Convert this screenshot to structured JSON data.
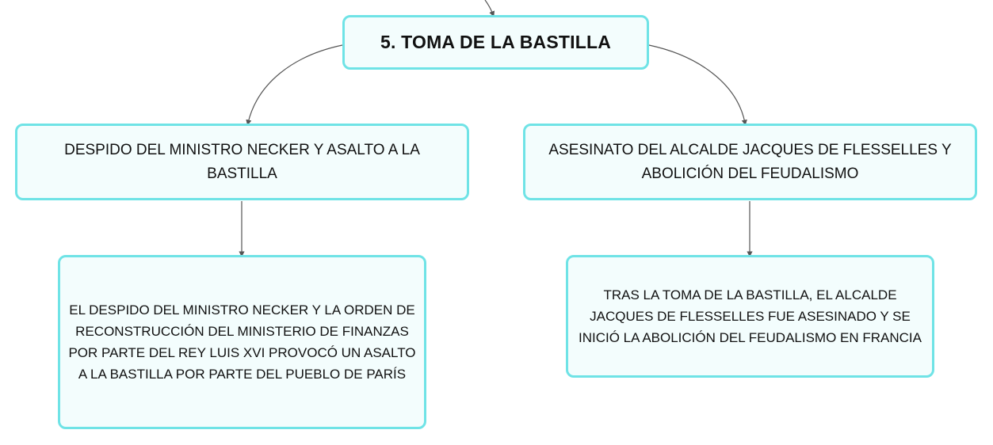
{
  "diagram": {
    "root": {
      "label": "5. TOMA DE LA BASTILLA"
    },
    "left": {
      "label": "DESPIDO DEL MINISTRO NECKER Y ASALTO A LA BASTILLA",
      "detail": "EL DESPIDO DEL MINISTRO NECKER Y LA ORDEN DE RECONSTRUCCIÓN DEL MINISTERIO DE FINANZAS POR PARTE DEL REY LUIS XVI PROVOCÓ UN ASALTO A LA BASTILLA POR PARTE DEL PUEBLO DE PARÍS"
    },
    "right": {
      "label": "ASESINATO DEL ALCALDE JACQUES DE FLESSELLES Y ABOLICIÓN DEL FEUDALISMO",
      "detail": "TRAS LA TOMA DE LA BASTILLA, EL ALCALDE JACQUES DE FLESSELLES FUE ASESINADO Y SE INICIÓ LA ABOLICIÓN DEL FEUDALISMO EN FRANCIA"
    },
    "colors": {
      "node_border": "#6fe3e6",
      "node_fill": "#f3fdfd",
      "connector": "#555555",
      "text": "#111111"
    }
  }
}
